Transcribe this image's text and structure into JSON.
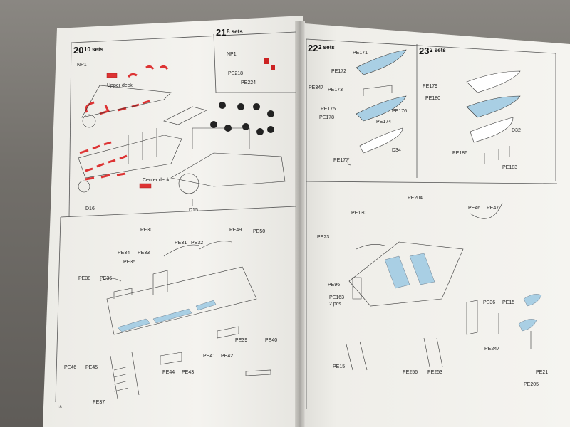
{
  "left_page": {
    "page_number": "18",
    "step20": {
      "number": "20",
      "sets": "10 sets",
      "labels": [
        "Upper deck",
        "Center deck",
        "NP1",
        "D15",
        "D16"
      ]
    },
    "step21": {
      "number": "21",
      "sets": "8 sets",
      "labels": [
        "NP1",
        "PE218",
        "PE224"
      ]
    },
    "assembly_labels": [
      "PE30",
      "PE31",
      "PE32",
      "PE33",
      "PE34",
      "PE35",
      "PE36",
      "PE37",
      "PE38",
      "PE39",
      "PE40",
      "PE41",
      "PE42",
      "PE43",
      "PE44",
      "PE45",
      "PE46",
      "PE49",
      "PE50"
    ]
  },
  "right_page": {
    "step22": {
      "number": "22",
      "sets": "2 sets",
      "labels": [
        "PE171",
        "PE172",
        "PE173",
        "PE174",
        "PE175",
        "PE176",
        "PE177",
        "PE178",
        "PE347",
        "D34"
      ]
    },
    "step23": {
      "number": "23",
      "sets": "2 sets",
      "labels": [
        "PE179",
        "PE180",
        "PE183",
        "PE186",
        "D32"
      ]
    },
    "assembly_labels": [
      "PE204",
      "PE130",
      "PE23",
      "PE96",
      "PE163",
      "2 pcs.",
      "PE15",
      "PE256",
      "PE253",
      "PE47",
      "PE46",
      "PE36",
      "PE15",
      "PE247",
      "PE21",
      "PE205"
    ]
  }
}
